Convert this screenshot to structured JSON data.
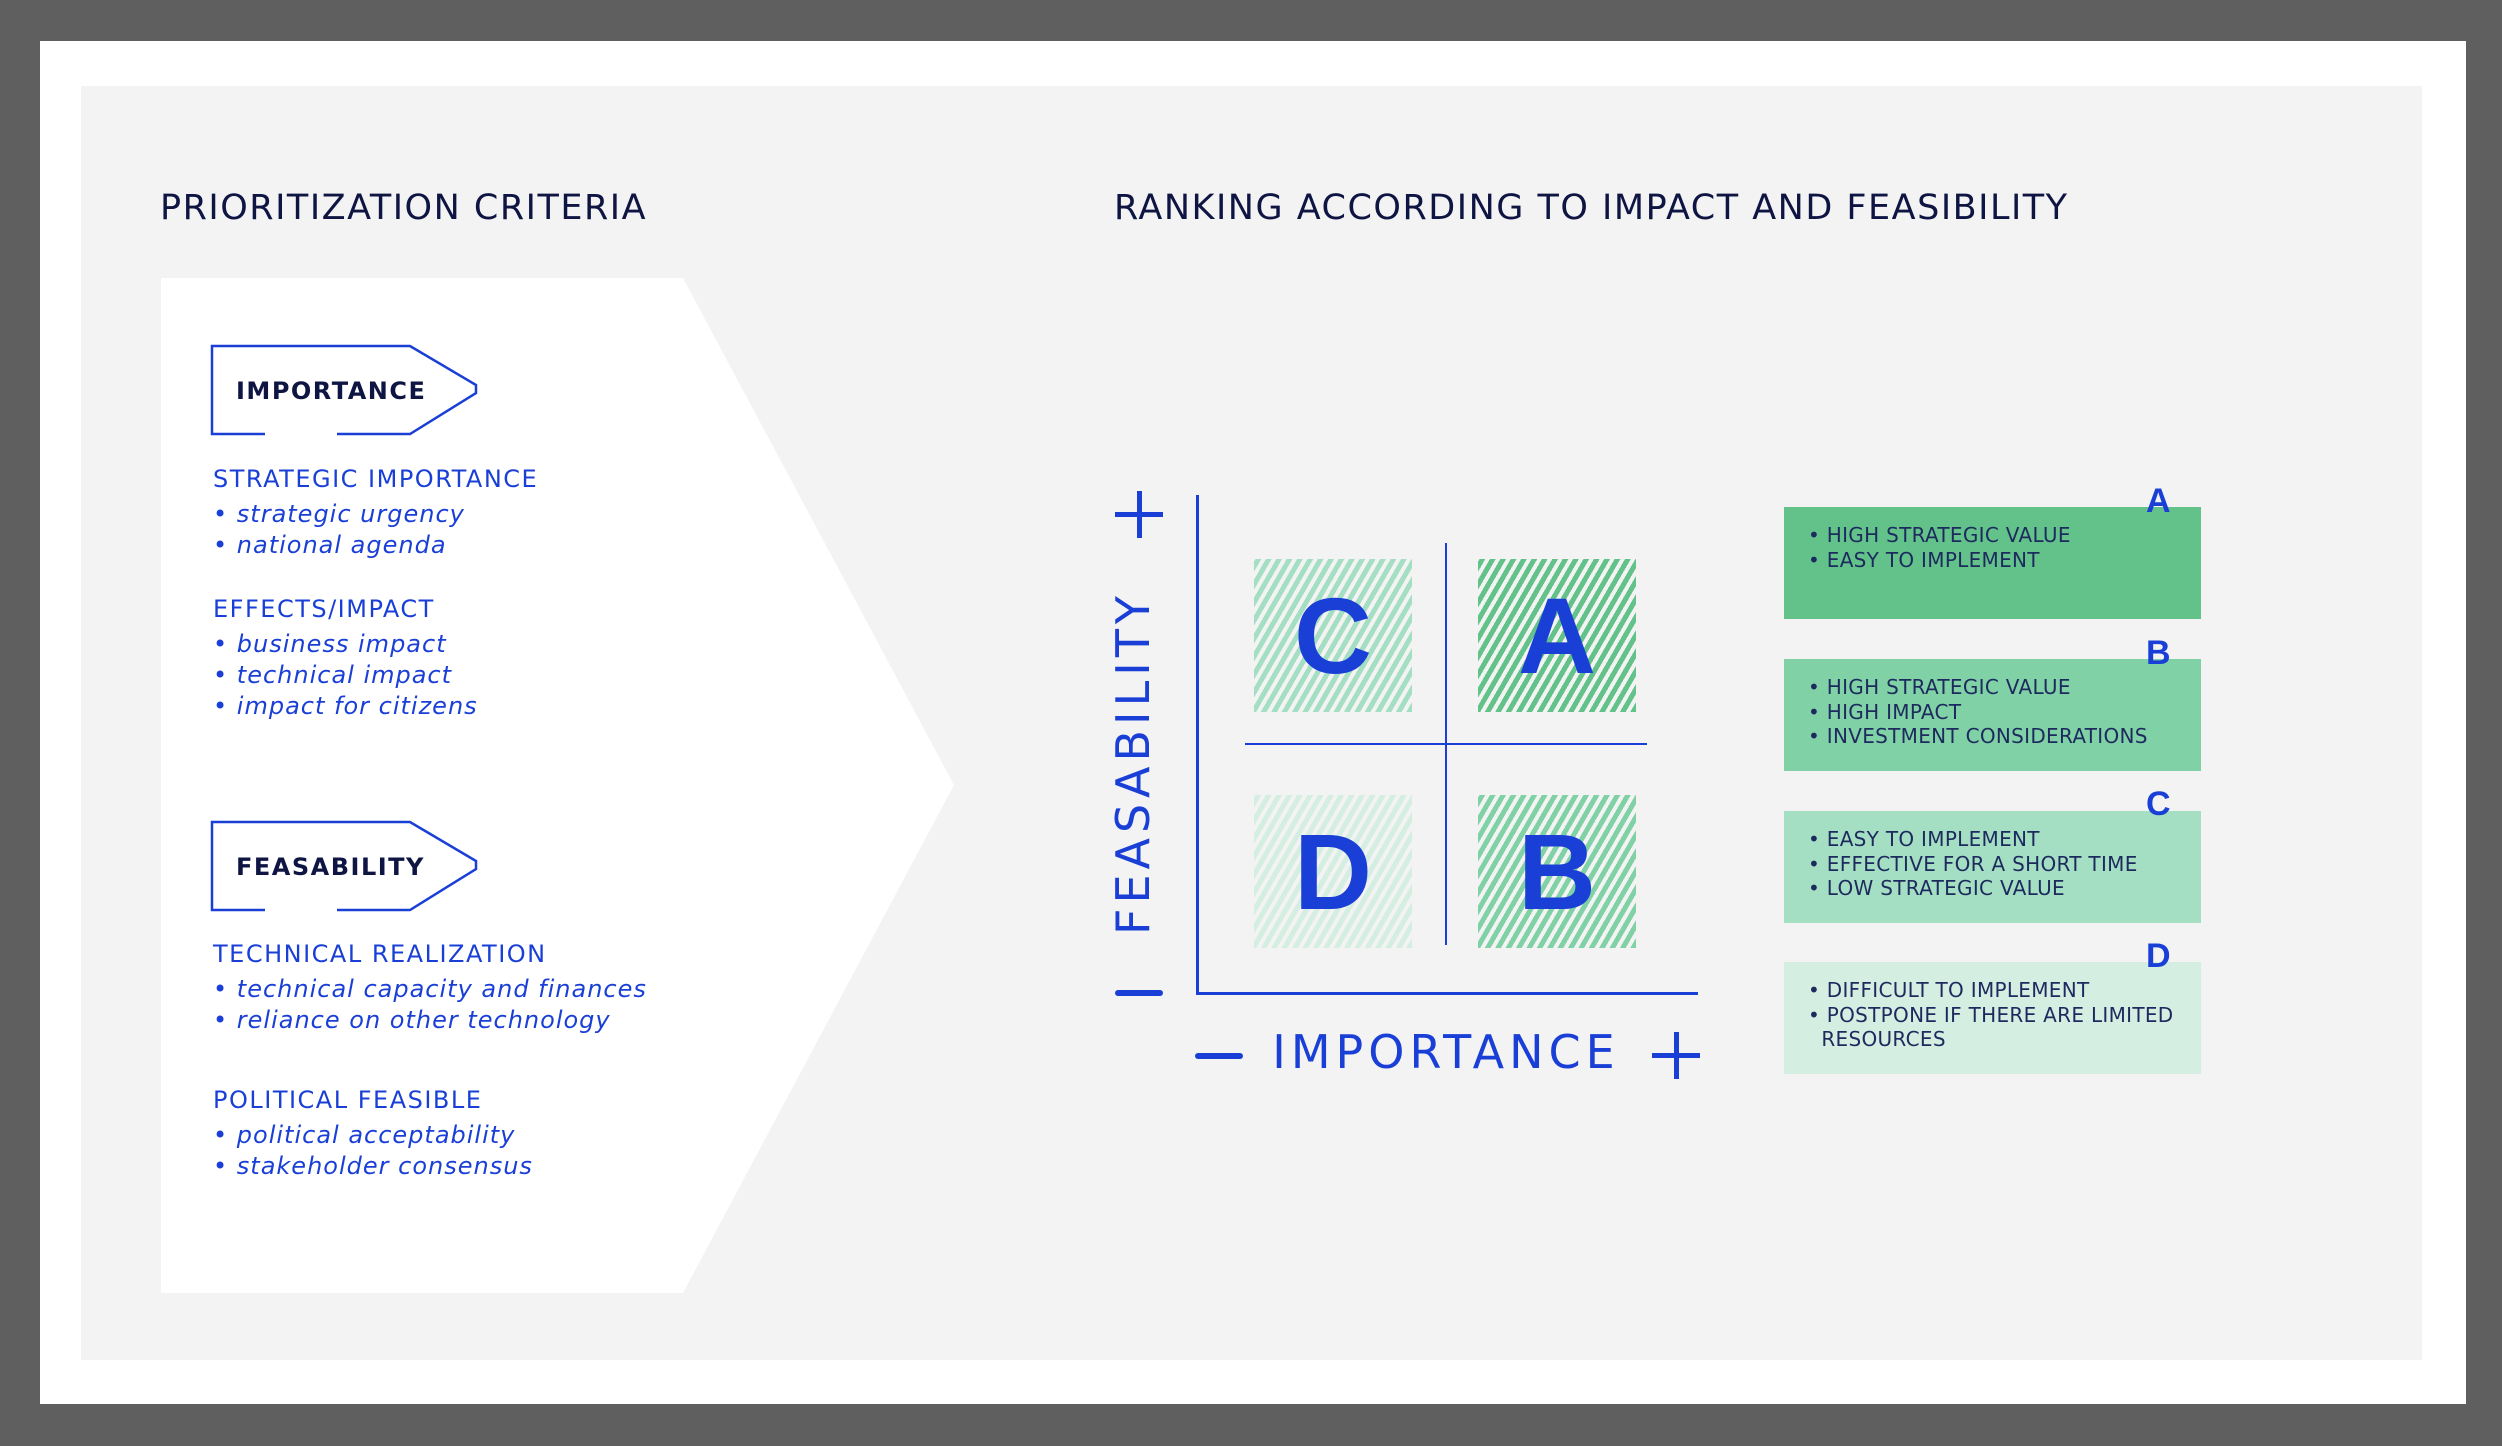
{
  "left": {
    "title": "PRIORITIZATION CRITERIA",
    "tags": [
      {
        "label": "IMPORTANCE",
        "sections": [
          {
            "heading": "STRATEGIC IMPORTANCE",
            "items": [
              "• strategic urgency",
              "• national agenda"
            ]
          },
          {
            "heading": "EFFECTS/IMPACT",
            "items": [
              "• business impact",
              "• technical impact",
              "• impact for citizens"
            ]
          }
        ]
      },
      {
        "label": "FEASABILITY",
        "sections": [
          {
            "heading": "TECHNICAL REALIZATION",
            "items": [
              "• technical capacity and finances",
              "• reliance on other technology"
            ]
          },
          {
            "heading": "POLITICAL FEASIBLE",
            "items": [
              "• political acceptability",
              "• stakeholder consensus"
            ]
          }
        ]
      }
    ]
  },
  "right": {
    "title": "RANKING ACCORDING TO IMPACT AND FEASIBILITY",
    "y_axis": "FEASABILITY",
    "x_axis": "IMPORTANCE",
    "plus": "+",
    "minus": "−",
    "quadrants": {
      "C": "C",
      "A": "A",
      "D": "D",
      "B": "B"
    },
    "boxes": [
      {
        "letter": "A",
        "color": "#62c28a",
        "lines": [
          "• HIGH STRATEGIC VALUE",
          "• EASY TO IMPLEMENT"
        ]
      },
      {
        "letter": "B",
        "color": "#80d1a5",
        "lines": [
          "• HIGH STRATEGIC VALUE",
          "• HIGH IMPACT",
          "• INVESTMENT CONSIDERATIONS"
        ]
      },
      {
        "letter": "C",
        "color": "#a5dfc3",
        "lines": [
          "• EASY TO IMPLEMENT",
          "• EFFECTIVE FOR A SHORT TIME",
          "• LOW STRATEGIC VALUE"
        ]
      },
      {
        "letter": "D",
        "color": "#d4eee1",
        "lines": [
          "• DIFFICULT TO IMPLEMENT",
          "• POSTPONE IF THERE ARE LIMITED",
          "  RESOURCES"
        ]
      }
    ]
  },
  "colors": {
    "accent": "#1a3fd6",
    "navy": "#0f1543"
  }
}
